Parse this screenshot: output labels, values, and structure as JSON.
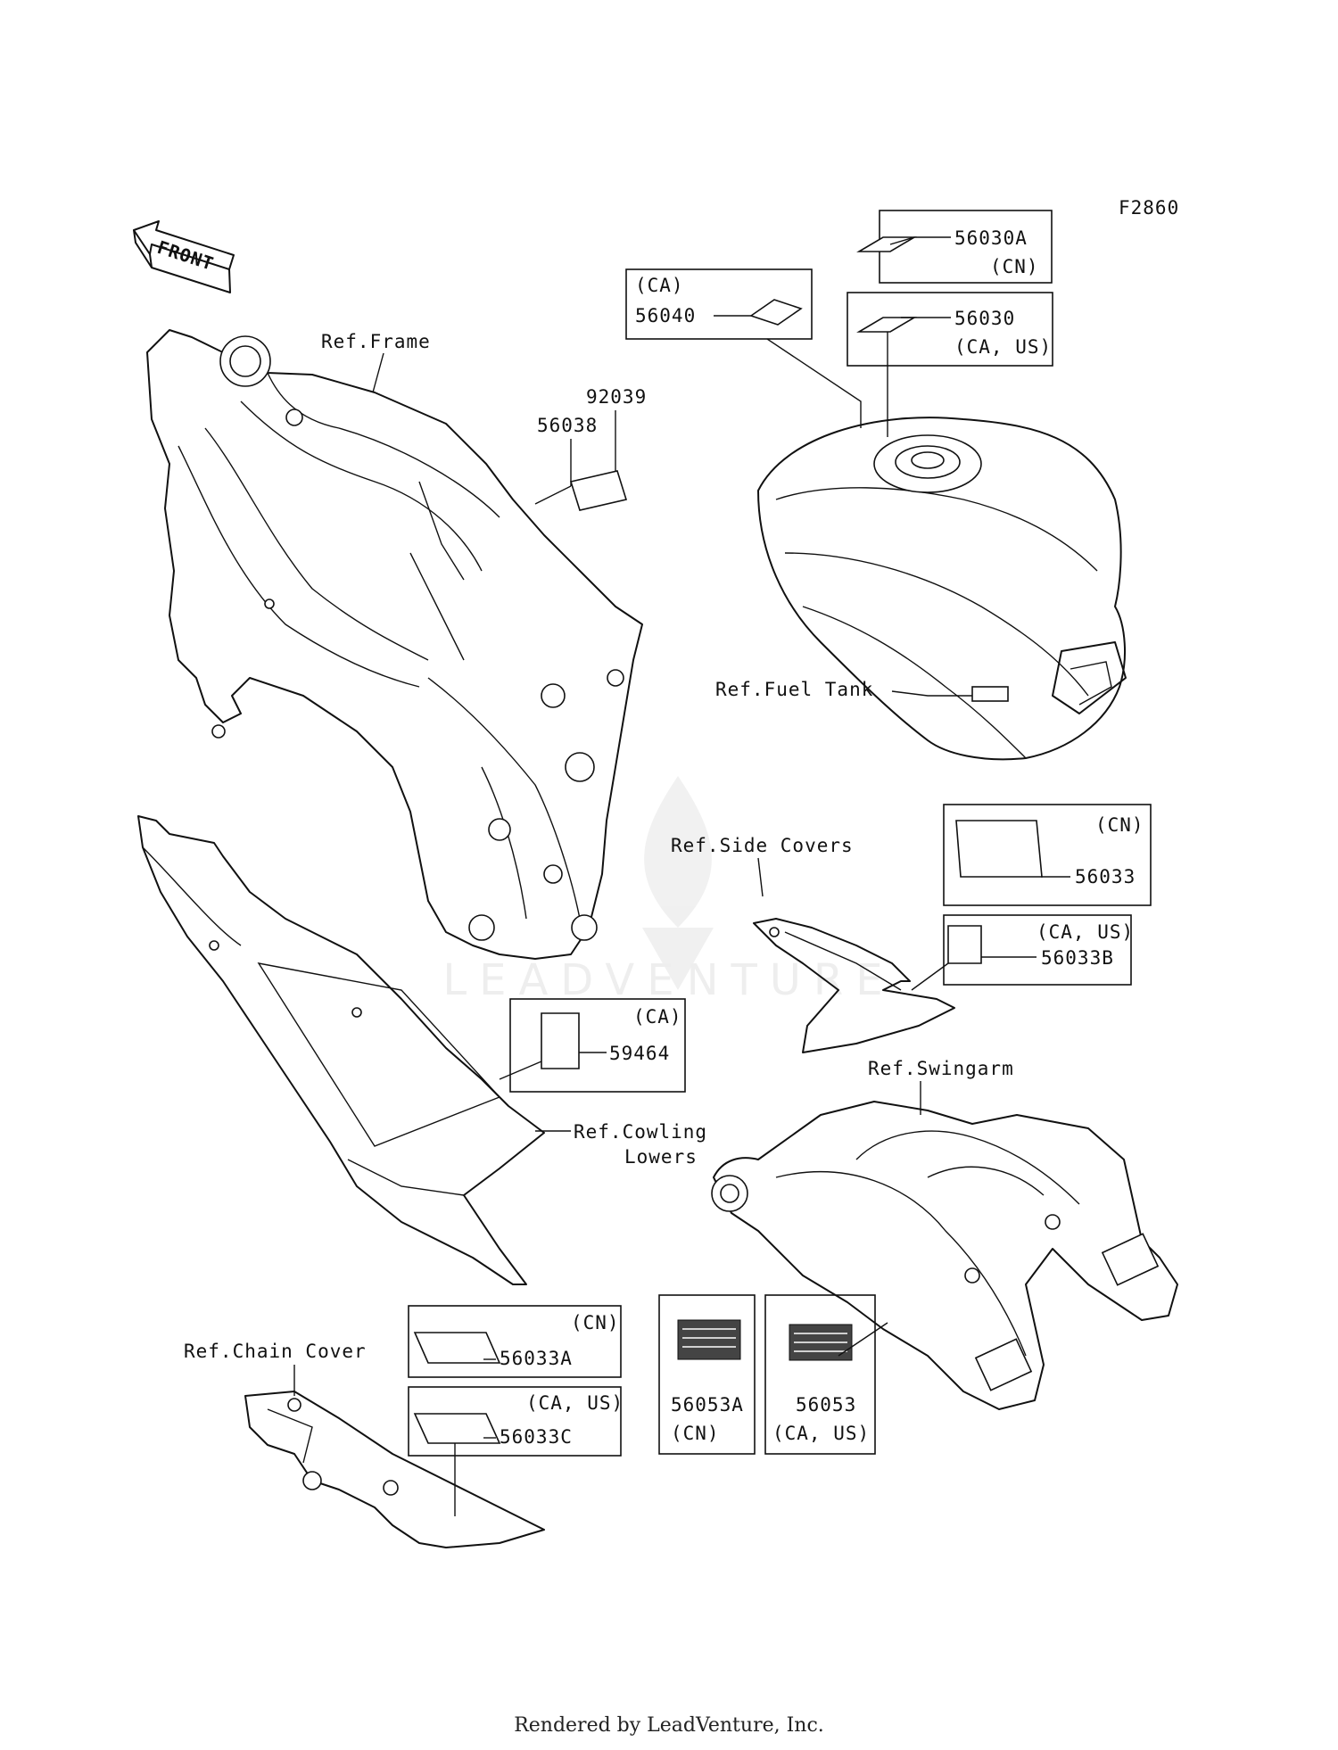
{
  "figure_id": "F2860",
  "front_arrow": "FRONT",
  "refs": {
    "frame": "Ref.Frame",
    "fuel_tank": "Ref.Fuel Tank",
    "side_covers": "Ref.Side Covers",
    "swingarm": "Ref.Swingarm",
    "cowling_lowers_1": "Ref.Cowling",
    "cowling_lowers_2": "Lowers",
    "chain_cover": "Ref.Chain Cover"
  },
  "parts": {
    "p56030A": {
      "number": "56030A",
      "region": "(CN)"
    },
    "p56030": {
      "number": "56030",
      "region": "(CA, US)"
    },
    "p56040": {
      "number": "56040",
      "region": "(CA)"
    },
    "p92039": {
      "number": "92039"
    },
    "p56038": {
      "number": "56038"
    },
    "p56033": {
      "number": "56033",
      "region": "(CN)"
    },
    "p56033B": {
      "number": "56033B",
      "region": "(CA, US)"
    },
    "p59464": {
      "number": "59464",
      "region": "(CA)"
    },
    "p56033A": {
      "number": "56033A",
      "region": "(CN)"
    },
    "p56033C": {
      "number": "56033C",
      "region": "(CA, US)"
    },
    "p56053A": {
      "number": "56053A",
      "region": "(CN)"
    },
    "p56053": {
      "number": "56053",
      "region": "(CA, US)"
    }
  },
  "watermark": "LEADVENTURE",
  "footer": "Rendered by LeadVenture, Inc."
}
